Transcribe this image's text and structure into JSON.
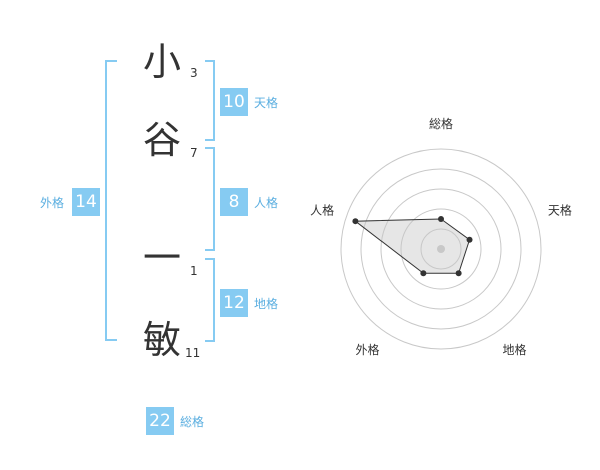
{
  "characters": [
    {
      "char": "小",
      "strokes": "3"
    },
    {
      "char": "谷",
      "strokes": "7"
    },
    {
      "char": "一",
      "strokes": "1"
    },
    {
      "char": "敏",
      "strokes": "11"
    }
  ],
  "fortunes": {
    "tenkaku": {
      "label": "天格",
      "value": "10"
    },
    "jinkaku": {
      "label": "人格",
      "value": "8"
    },
    "chikaku": {
      "label": "地格",
      "value": "12"
    },
    "gaikaku": {
      "label": "外格",
      "value": "14"
    },
    "soukaku": {
      "label": "総格",
      "value": "22"
    }
  },
  "colors": {
    "accent": "#86cbf2",
    "label": "#5aaee0",
    "text": "#333333"
  },
  "chart_data": {
    "type": "radar",
    "axes": [
      "総格",
      "天格",
      "地格",
      "外格",
      "人格"
    ],
    "values": [
      1.5,
      1.5,
      1.5,
      1.5,
      4.5
    ],
    "scale_max": 5,
    "rings": 5
  }
}
